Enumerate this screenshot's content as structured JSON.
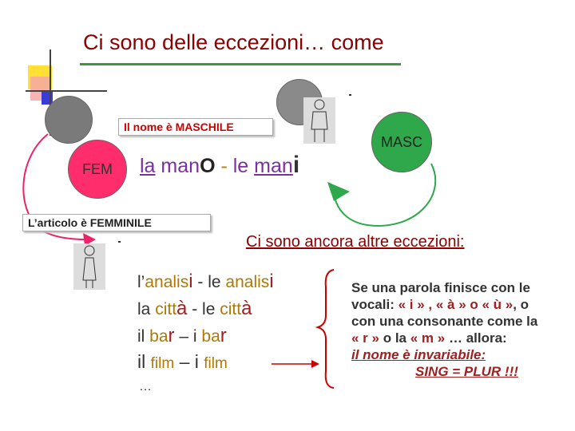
{
  "title": "Ci sono delle eccezioni… come",
  "circles": {
    "fem": "FEM",
    "masc": "MASC"
  },
  "labels": {
    "masc_box": "Il nome è MASCHILE",
    "fem_box": "L’articolo è FEMMINILE"
  },
  "mano": {
    "la": "la",
    "man": "man",
    "o": "O",
    "dash": "-",
    "le": "le",
    "man2": "man",
    "i": "i"
  },
  "ancora": "Ci sono ancora altre eccezioni",
  "ancora_colon": ":",
  "examples": [
    {
      "a": "l’",
      "b": "analis",
      "c": "i",
      "d": " - le ",
      "e": "analis",
      "f": "i"
    },
    {
      "a": "la ",
      "b": "citt",
      "c": "à",
      "d": " - le ",
      "e": "citt",
      "f": "à"
    },
    {
      "a": "il ",
      "b": "ba",
      "c": "r",
      "d": " – i ",
      "e": "ba",
      "f": "r"
    },
    {
      "a": "il ",
      "b": "film",
      "c": "",
      "d": " – i ",
      "e": "film",
      "f": ""
    }
  ],
  "dots": "…",
  "note": {
    "l1": "Se una parola finisce con le",
    "l2a": "vocali: ",
    "l2b": "« i » , « à » o « ù »",
    "l2c": ", o",
    "l3": "con una consonante come la",
    "l4a": "« r »",
    "l4b": "o la",
    "l4c": "« m »",
    "l4d": "… allora:",
    "l5": "il nome è invariabile:",
    "l6": "SING = PLUR !!!"
  },
  "colors": {
    "fem": "#ff2d6b",
    "masc": "#2ea84a",
    "title": "#8b0000",
    "accent_line": "#3c9a3c"
  }
}
